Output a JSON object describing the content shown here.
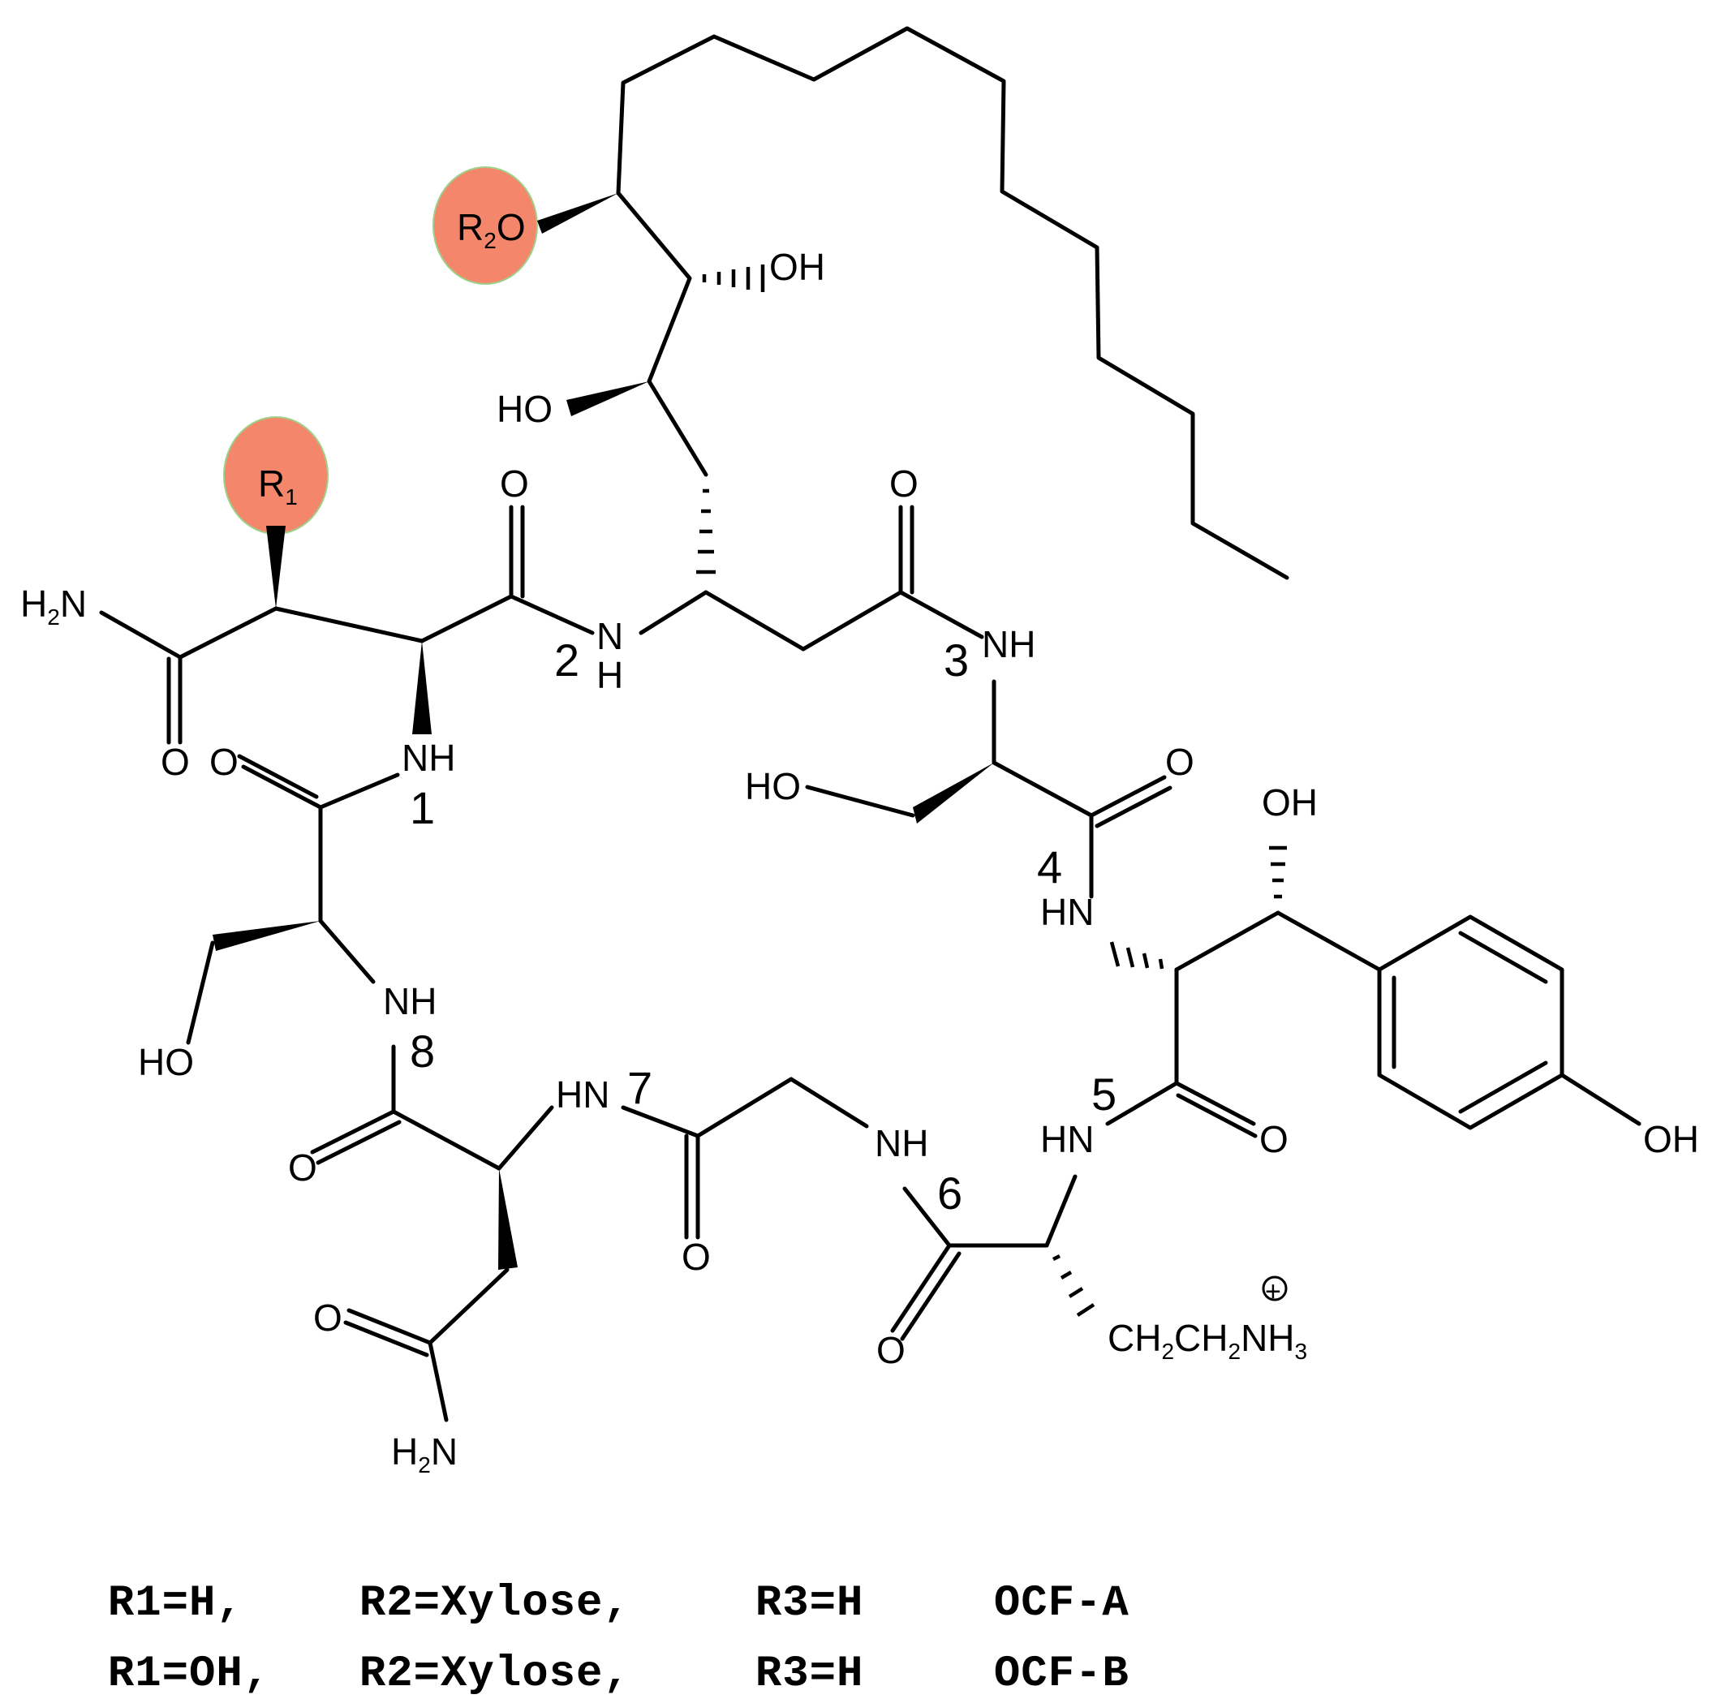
{
  "diagram": {
    "labels": {
      "r1": "R",
      "r1_sub": "1",
      "r2": "R",
      "r2_sub": "2",
      "r2_o": "O",
      "oh": "OH",
      "ho": "HO",
      "o": "O",
      "nh": "NH",
      "hn": "HN",
      "n": "N",
      "h": "H",
      "h2n_h": "H",
      "h2n_2": "2",
      "h2n_n": "N",
      "side_ch": "CH",
      "side_2": "2",
      "side_nh": "NH",
      "side_3": "3",
      "plus": "+"
    },
    "residue_numbers": [
      "1",
      "2",
      "3",
      "4",
      "5",
      "6",
      "7",
      "8"
    ],
    "colors": {
      "r_group_highlight": "#f4876b"
    }
  },
  "legend": {
    "rows": [
      {
        "r1": "R1=H,",
        "r2": "R2=Xylose,",
        "r3": "R3=H",
        "name": "OCF-A"
      },
      {
        "r1": "R1=OH,",
        "r2": "R2=Xylose,",
        "r3": "R3=H",
        "name": "OCF-B"
      }
    ]
  }
}
